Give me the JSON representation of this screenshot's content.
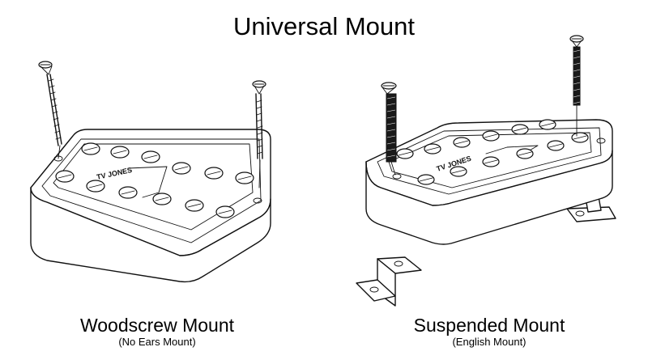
{
  "title": "Universal Mount",
  "left": {
    "caption": "Woodscrew Mount",
    "subcaption": "(No Ears Mount)",
    "brand_label": "TV JONES"
  },
  "right": {
    "caption": "Suspended Mount",
    "subcaption": "(English Mount)",
    "brand_label": "TV JONES"
  }
}
